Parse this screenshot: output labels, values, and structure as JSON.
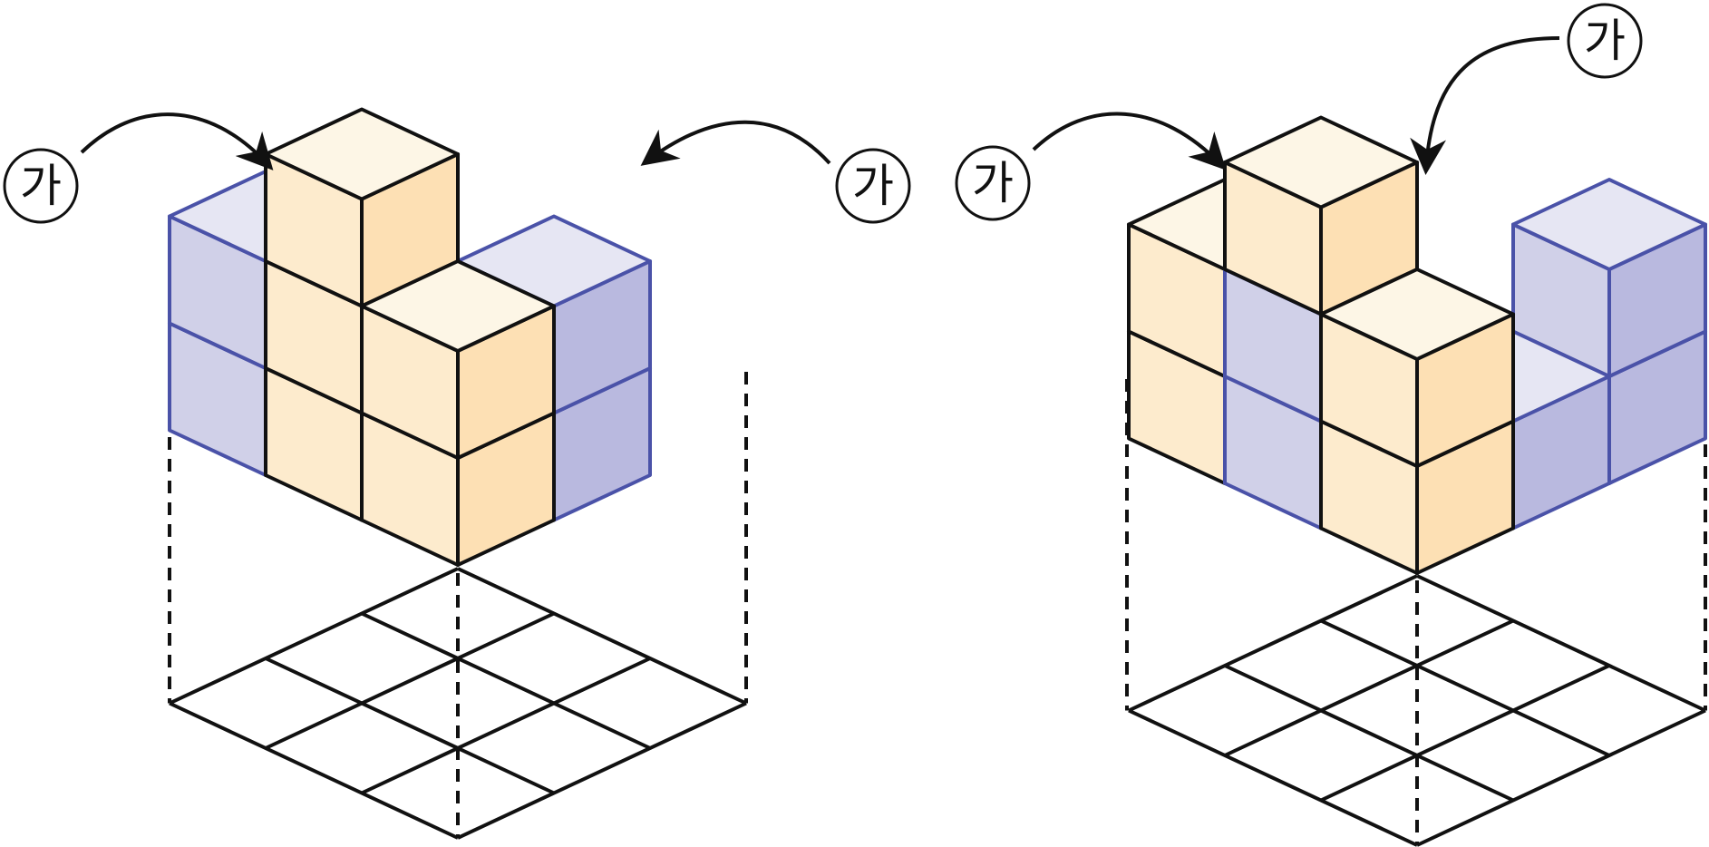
{
  "figure": {
    "colors": {
      "orange_top": "#fdf6e6",
      "orange_left": "#fdebcd",
      "orange_right": "#fde0b4",
      "blue_top": "#e6e6f3",
      "blue_left": "#d0d0e8",
      "blue_right": "#b9b9df",
      "blue_edge": "#4a52a8",
      "black_edge": "#111111"
    },
    "left_structure": {
      "description_icon": "isometric-cube-stack-icon",
      "callouts": [
        {
          "label": "가"
        },
        {
          "label": "가"
        }
      ]
    },
    "right_structure": {
      "description_icon": "isometric-cube-stack-icon",
      "callouts": [
        {
          "label": "가"
        },
        {
          "label": "가"
        }
      ]
    }
  }
}
